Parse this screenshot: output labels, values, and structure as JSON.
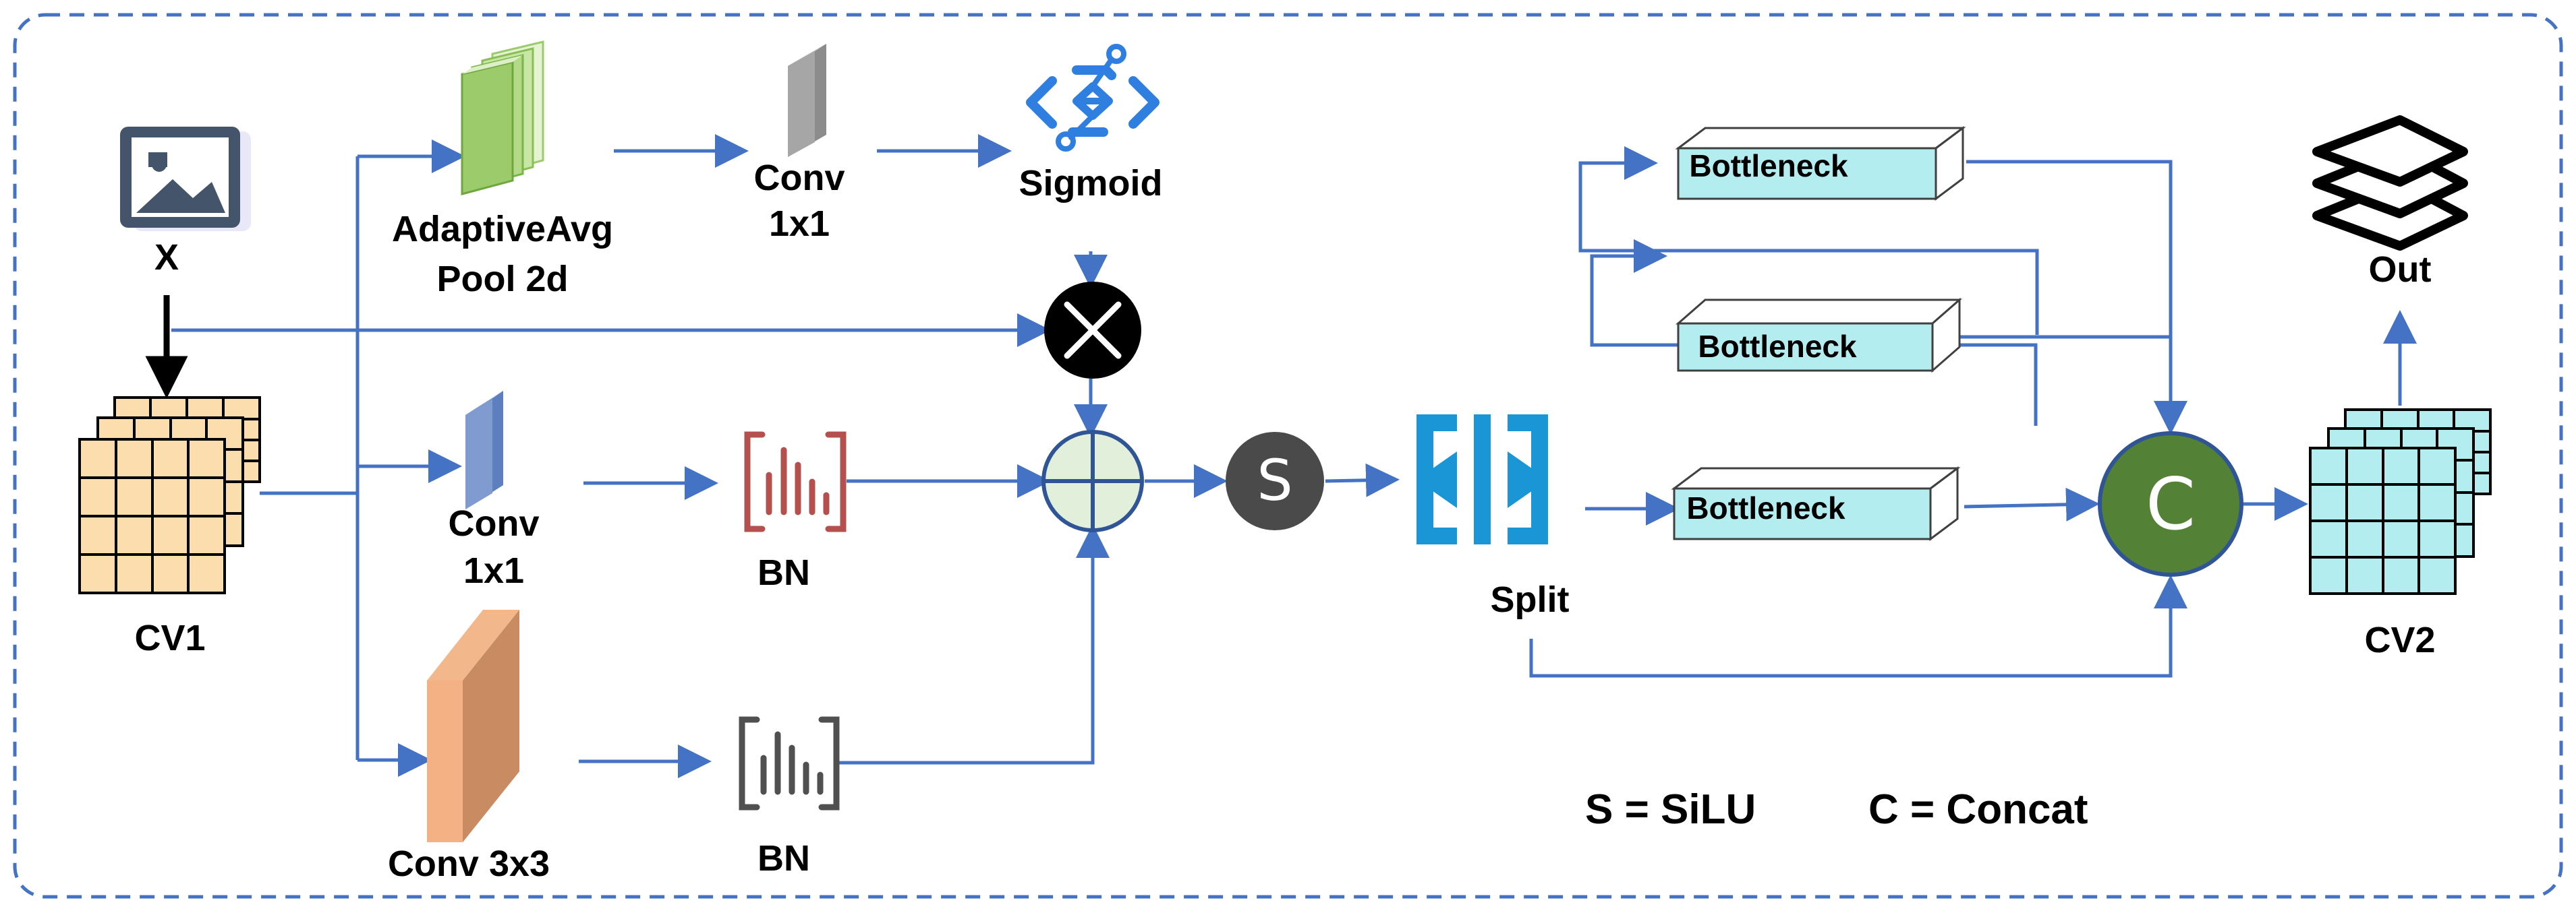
{
  "labels": {
    "x": "X",
    "cv1": "CV1",
    "adaptive_pool_line1": "AdaptiveAvg",
    "adaptive_pool_line2": "Pool 2d",
    "conv1x1_top_line1": "Conv",
    "conv1x1_top_line2": "1x1",
    "sigmoid": "Sigmoid",
    "conv1x1_mid_line1": "Conv",
    "conv1x1_mid_line2": "1x1",
    "bn_mid": "BN",
    "conv3x3": "Conv 3x3",
    "bn_bottom": "BN",
    "silu_symbol": "S",
    "split": "Split",
    "bottleneck_1": "Bottleneck",
    "bottleneck_2": "Bottleneck",
    "bottleneck_3": "Bottleneck",
    "concat_symbol": "C",
    "cv2": "CV2",
    "out": "Out"
  },
  "legend": {
    "silu": "S = SiLU",
    "concat": "C = Concat"
  },
  "colors": {
    "arrow": "#4472C4",
    "border": "#4472C4",
    "cv1_fill": "#FBDDAE",
    "cv2_fill": "#B4EDF0",
    "pool_fill": "#9BCB6B",
    "conv_top_fill": "#8C8C8C",
    "conv_mid_fill": "#7F9BCF",
    "conv3x3_fill": "#D88F66",
    "bn_mid": "#B5504F",
    "bn_bottom": "#505050",
    "sigmoid": "#2F7FE0",
    "multiply_fill": "#000000",
    "add_fill": "#E2EFDA",
    "silu_fill": "#4A4A4A",
    "split": "#1A96D6",
    "bottleneck_fill": "#B4EDF0",
    "concat_fill": "#538135"
  },
  "icons": {
    "input": "image-icon",
    "sigmoid": "sigmoid-icon",
    "bn": "bar-chart-icon",
    "split": "split-icon",
    "out": "layers-icon",
    "multiply": "multiply-icon",
    "add": "add-icon"
  }
}
